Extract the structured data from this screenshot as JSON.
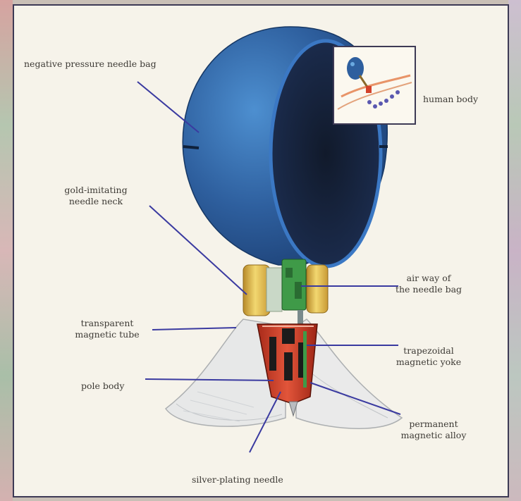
{
  "diagram": {
    "labels": {
      "needle_bag": "negative pressure needle bag",
      "human_body": "human body",
      "needle_neck_line1": "gold-imitating",
      "needle_neck_line2": "needle neck",
      "air_way_line1": "air way of",
      "air_way_line2": "the needle bag",
      "magnetic_tube_line1": "transparent",
      "magnetic_tube_line2": "magnetic tube",
      "yoke_line1": "trapezoidal",
      "yoke_line2": "magnetic yoke",
      "pole_body": "pole body",
      "alloy_line1": "permanent",
      "alloy_line2": "magnetic alloy",
      "needle": "silver-plating needle"
    },
    "colors": {
      "sphere": "#2e5f9e",
      "sphere_dark": "#1a2a4a",
      "sphere_light": "#4d8fd0",
      "neck_gold": "#e9c84d",
      "airway_green": "#3f9a48",
      "pole_red": "#d3412a",
      "leader_line": "#3a3aa0"
    }
  }
}
